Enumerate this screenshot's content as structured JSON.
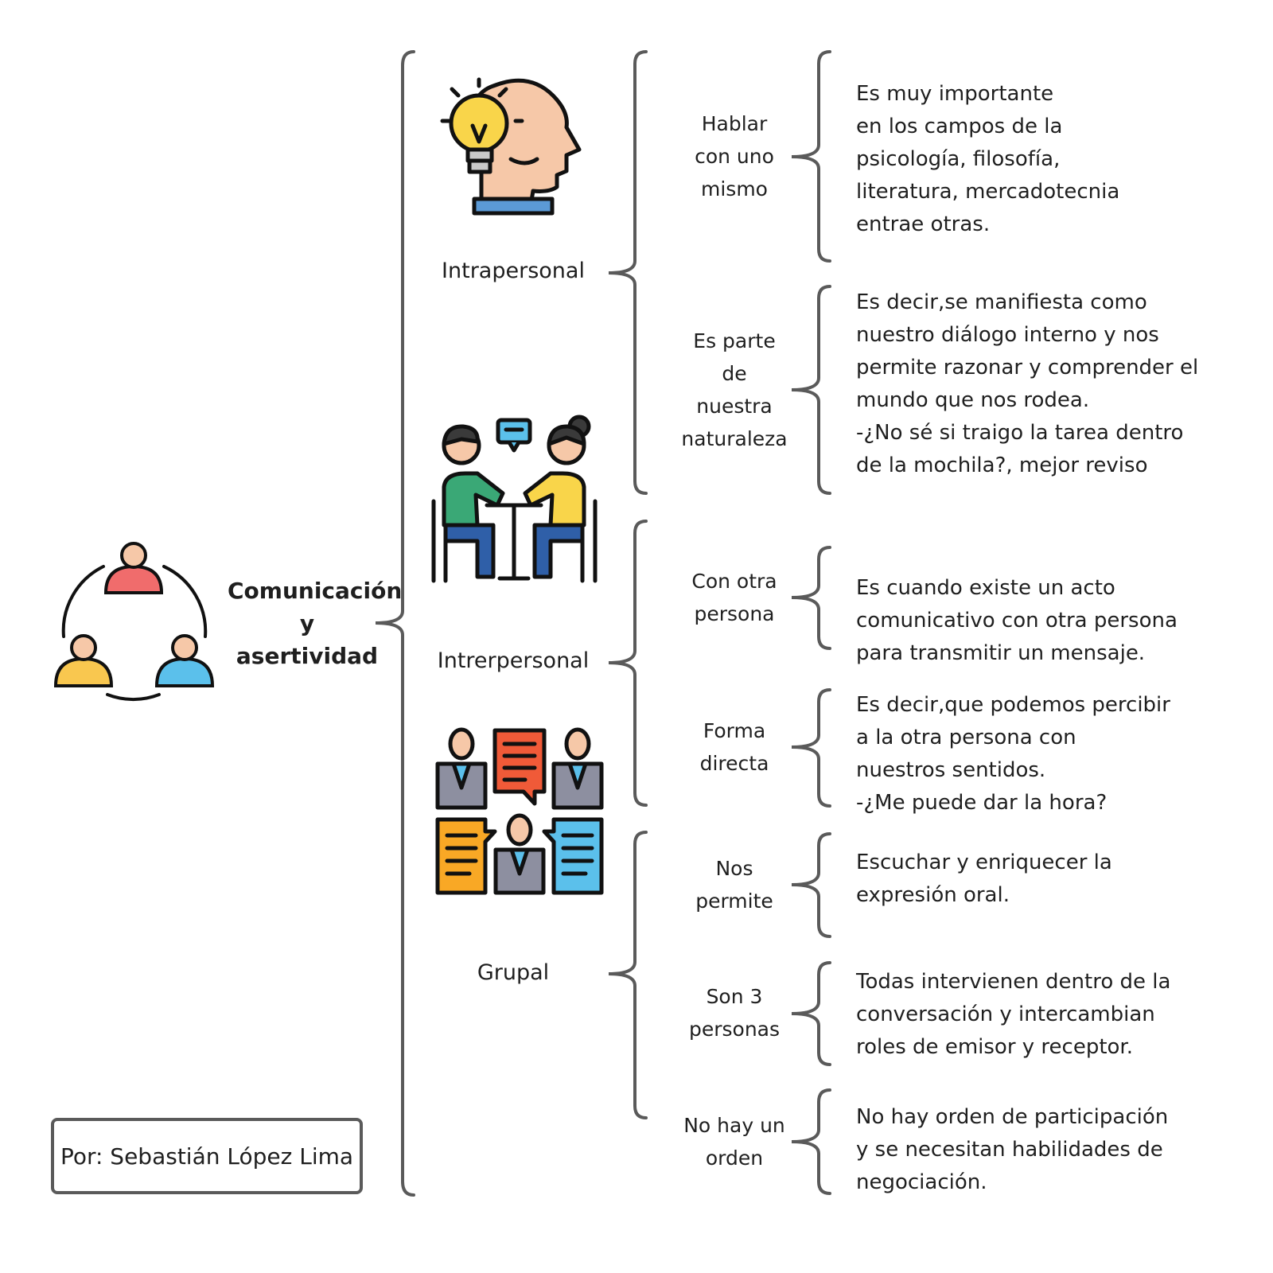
{
  "title": "Comunicación\ny\nasertividad",
  "author": "Por: Sebastián López Lima",
  "colors": {
    "bracket": "#5a5a5a",
    "outline": "#111111",
    "red": "#f06c6c",
    "yellow": "#f9c74f",
    "blue": "#5bc0eb",
    "green": "#3aa876",
    "skin": "#f6c8a8"
  },
  "categories": [
    {
      "label": "Intrapersonal",
      "icon": "thinking-head-lightbulb-icon"
    },
    {
      "label": "Intrerpersonal",
      "icon": "two-people-at-table-conversation-icon"
    },
    {
      "label": "Grupal",
      "icon": "group-meeting-chat-icon"
    }
  ],
  "topics": [
    {
      "label": "Hablar\ncon uno\nmismo",
      "text": "Es muy importante\nen los campos de la\npsicología, filosofía,\nliteratura, mercadotecnia\nentrae otras."
    },
    {
      "label": "Es parte\nde\nnuestra\nnaturaleza",
      "text": "Es decir,se manifiesta como\nnuestro diálogo interno y nos\npermite razonar y comprender el\nmundo que nos rodea.\n-¿No sé si traigo la tarea dentro\nde la mochila?, mejor reviso"
    },
    {
      "label": "Con otra\npersona",
      "text": "Es cuando existe un acto\ncomunicativo con otra persona\npara transmitir un mensaje."
    },
    {
      "label": "Forma\ndirecta",
      "text": "Es decir,que podemos percibir\na la otra persona con\nnuestros sentidos.\n-¿Me puede dar la hora?"
    },
    {
      "label": "Nos\npermite",
      "text": "Escuchar y enriquecer la\nexpresión oral."
    },
    {
      "label": "Son 3\npersonas",
      "text": "Todas intervienen dentro de la\nconversación y intercambian\nroles de emisor y receptor."
    },
    {
      "label": "No hay un\norden",
      "text": "No hay orden de participación\ny se necesitan habilidades de\nnegociación."
    }
  ]
}
